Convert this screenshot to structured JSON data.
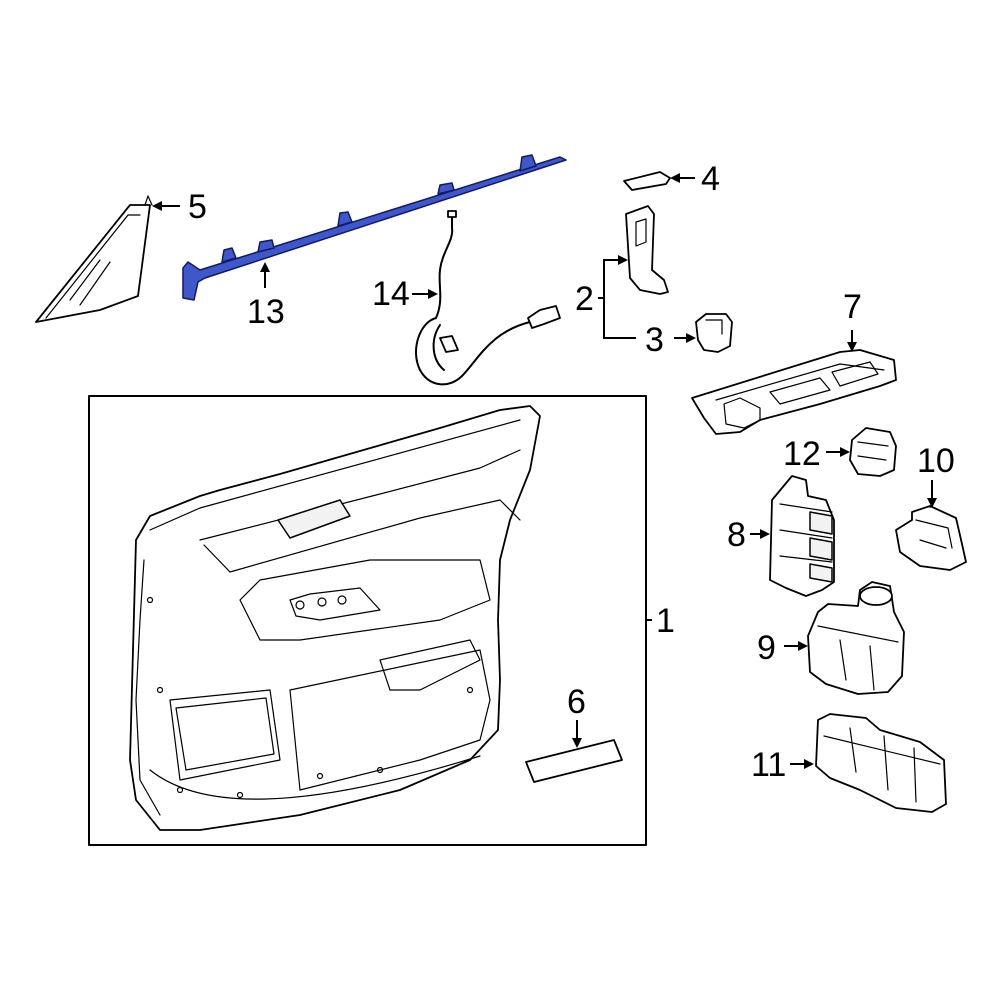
{
  "diagram": {
    "callouts": [
      {
        "id": "c1",
        "label": "1"
      },
      {
        "id": "c2",
        "label": "2"
      },
      {
        "id": "c3",
        "label": "3"
      },
      {
        "id": "c4",
        "label": "4"
      },
      {
        "id": "c5",
        "label": "5"
      },
      {
        "id": "c6",
        "label": "6"
      },
      {
        "id": "c7",
        "label": "7"
      },
      {
        "id": "c8",
        "label": "8"
      },
      {
        "id": "c9",
        "label": "9"
      },
      {
        "id": "c10",
        "label": "10"
      },
      {
        "id": "c11",
        "label": "11"
      },
      {
        "id": "c12",
        "label": "12"
      },
      {
        "id": "c13",
        "label": "13"
      },
      {
        "id": "c14",
        "label": "14"
      }
    ],
    "colors": {
      "highlight": "#3f57c8",
      "highlight_outline": "#0f1a6a",
      "line": "#000000",
      "background": "#ffffff"
    }
  }
}
